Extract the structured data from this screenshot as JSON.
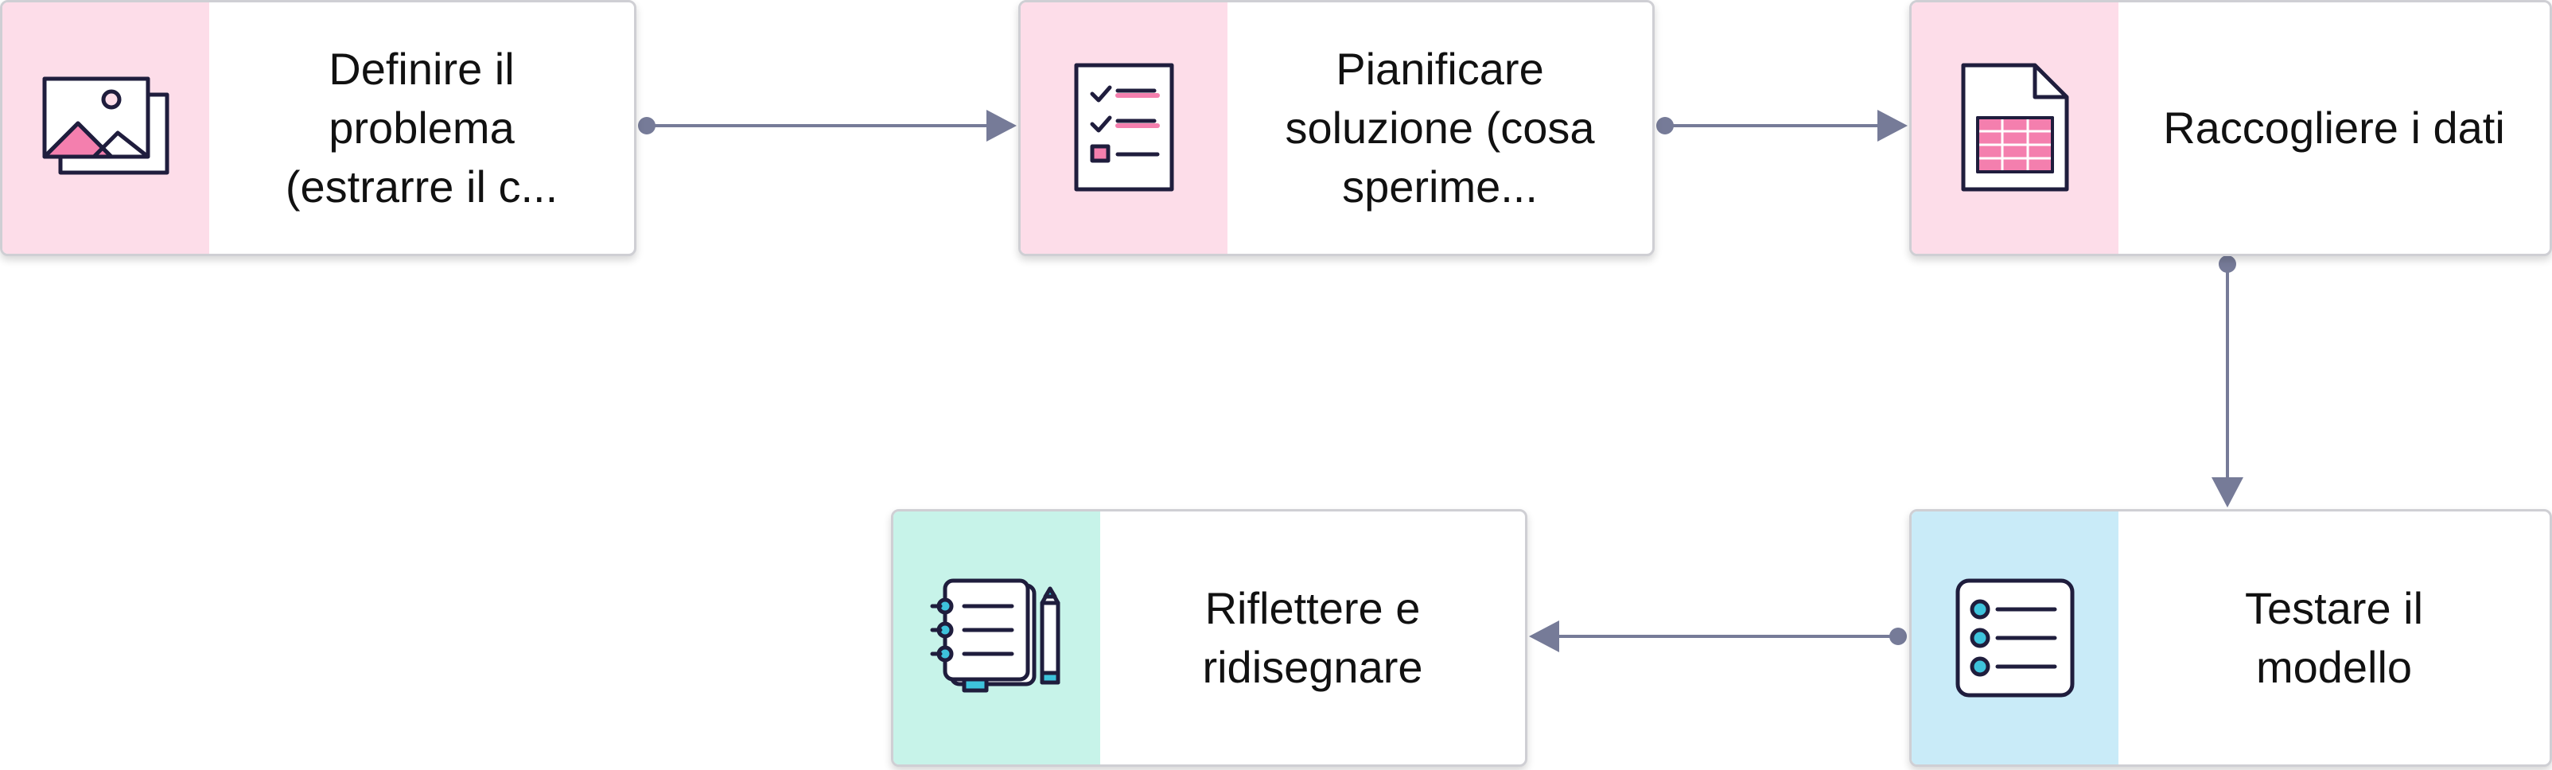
{
  "colors": {
    "panel_pink": "#fddde9",
    "panel_blue": "#c9ebf8",
    "panel_green": "#c7f3e9",
    "icon_stroke": "#1f1d3d",
    "accent_pink": "#f47fae",
    "accent_cyan": "#3ec3dc",
    "connector": "#767b98"
  },
  "nodes": [
    {
      "id": "define",
      "label": "Definire il\nproblema\n(estrarre il c...",
      "icon": "image-gallery-icon",
      "panel": "pink"
    },
    {
      "id": "plan",
      "label": "Pianificare\nsoluzione (cosa\nsperime...",
      "icon": "checklist-icon",
      "panel": "pink"
    },
    {
      "id": "collect",
      "label": "Raccogliere i dati",
      "icon": "spreadsheet-file-icon",
      "panel": "pink"
    },
    {
      "id": "test",
      "label": "Testare il\nmodello",
      "icon": "list-icon",
      "panel": "blue"
    },
    {
      "id": "reflect",
      "label": "Riflettere e\nridisegnare",
      "icon": "notebook-pencil-icon",
      "panel": "green"
    }
  ],
  "edges": [
    {
      "from": "define",
      "to": "plan"
    },
    {
      "from": "plan",
      "to": "collect"
    },
    {
      "from": "collect",
      "to": "test"
    },
    {
      "from": "test",
      "to": "reflect"
    }
  ]
}
